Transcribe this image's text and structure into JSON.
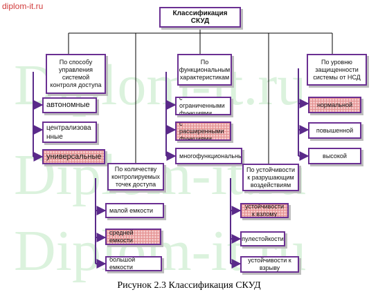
{
  "site_watermark": "diplom-it.ru",
  "background_watermark": "Diplom-it.ru",
  "root": "Классификация СКУД",
  "branches": {
    "b1": {
      "header": "По способу управления системой контроля доступа",
      "items": [
        "автономные",
        "централизованные",
        "универсальные"
      ]
    },
    "b2": {
      "header": "По функциональным характеристикам",
      "items": [
        "с ограниченными функциями",
        "с расширенными функциями",
        "многофункциональные"
      ]
    },
    "b3": {
      "header": "По уровню защищенности системы от НСД",
      "items": [
        "нормальной",
        "повышенной",
        "высокой"
      ]
    },
    "b4": {
      "header": "По количеству контролируемых точек доступа",
      "items": [
        "малой емкости",
        "средней емкости",
        "большой емкости"
      ]
    },
    "b5": {
      "header": "По устойчивости к разрушающим воздействиям",
      "items": [
        "устойчивости к взлому",
        "пулестойкости",
        "устойчивости к взрыву"
      ]
    }
  },
  "caption": "Рисунок 2.3 Классификация СКУД",
  "colors": {
    "border": "#6a2f92",
    "connector": "#000000",
    "arrow": "#5a2a8a",
    "pattern": "#e38f8f",
    "watermark": "#cfeed2",
    "site_watermark": "#d13b3b"
  }
}
